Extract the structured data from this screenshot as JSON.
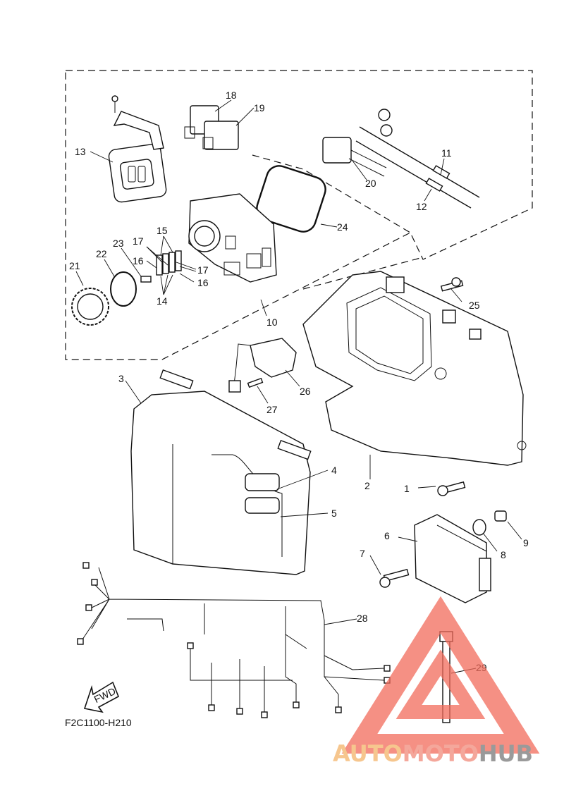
{
  "diagram": {
    "callouts": [
      "1",
      "2",
      "3",
      "4",
      "5",
      "6",
      "7",
      "8",
      "9",
      "10",
      "11",
      "12",
      "13",
      "14",
      "15",
      "16",
      "16",
      "17",
      "17",
      "18",
      "19",
      "20",
      "21",
      "22",
      "23",
      "24",
      "25",
      "26",
      "27",
      "28",
      "29"
    ],
    "forward_label": "FWD",
    "drawing_code": "F2C1100-H210"
  },
  "watermark": {
    "part1": "AUTO",
    "part2": "MOTO",
    "part3": "HUB",
    "colors": {
      "auto": "#f6c68e",
      "moto": "#f4a79b",
      "hub": "#9a9a9a",
      "triangle": "#f26b5b"
    }
  }
}
